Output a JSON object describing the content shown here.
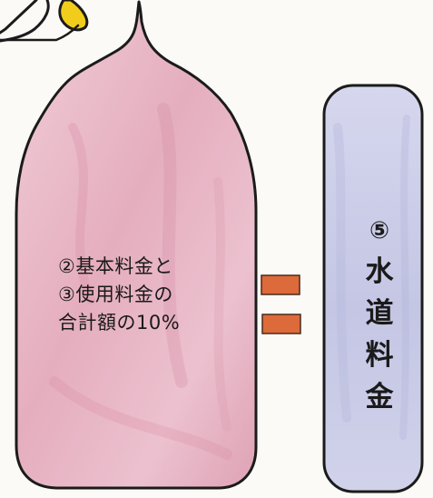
{
  "drop": {
    "lines": [
      "②基本料金と",
      "③使用料金の",
      "合計額の10%"
    ]
  },
  "result": {
    "number": "⑤",
    "chars": [
      "水",
      "道",
      "料",
      "金"
    ]
  },
  "colors": {
    "drop_fill": "#e7b4c4",
    "result_fill": "#c9cbe6",
    "equals_fill": "#dd6a3a",
    "accent_yellow": "#f2cc1b",
    "outline": "#1b1b1b"
  }
}
